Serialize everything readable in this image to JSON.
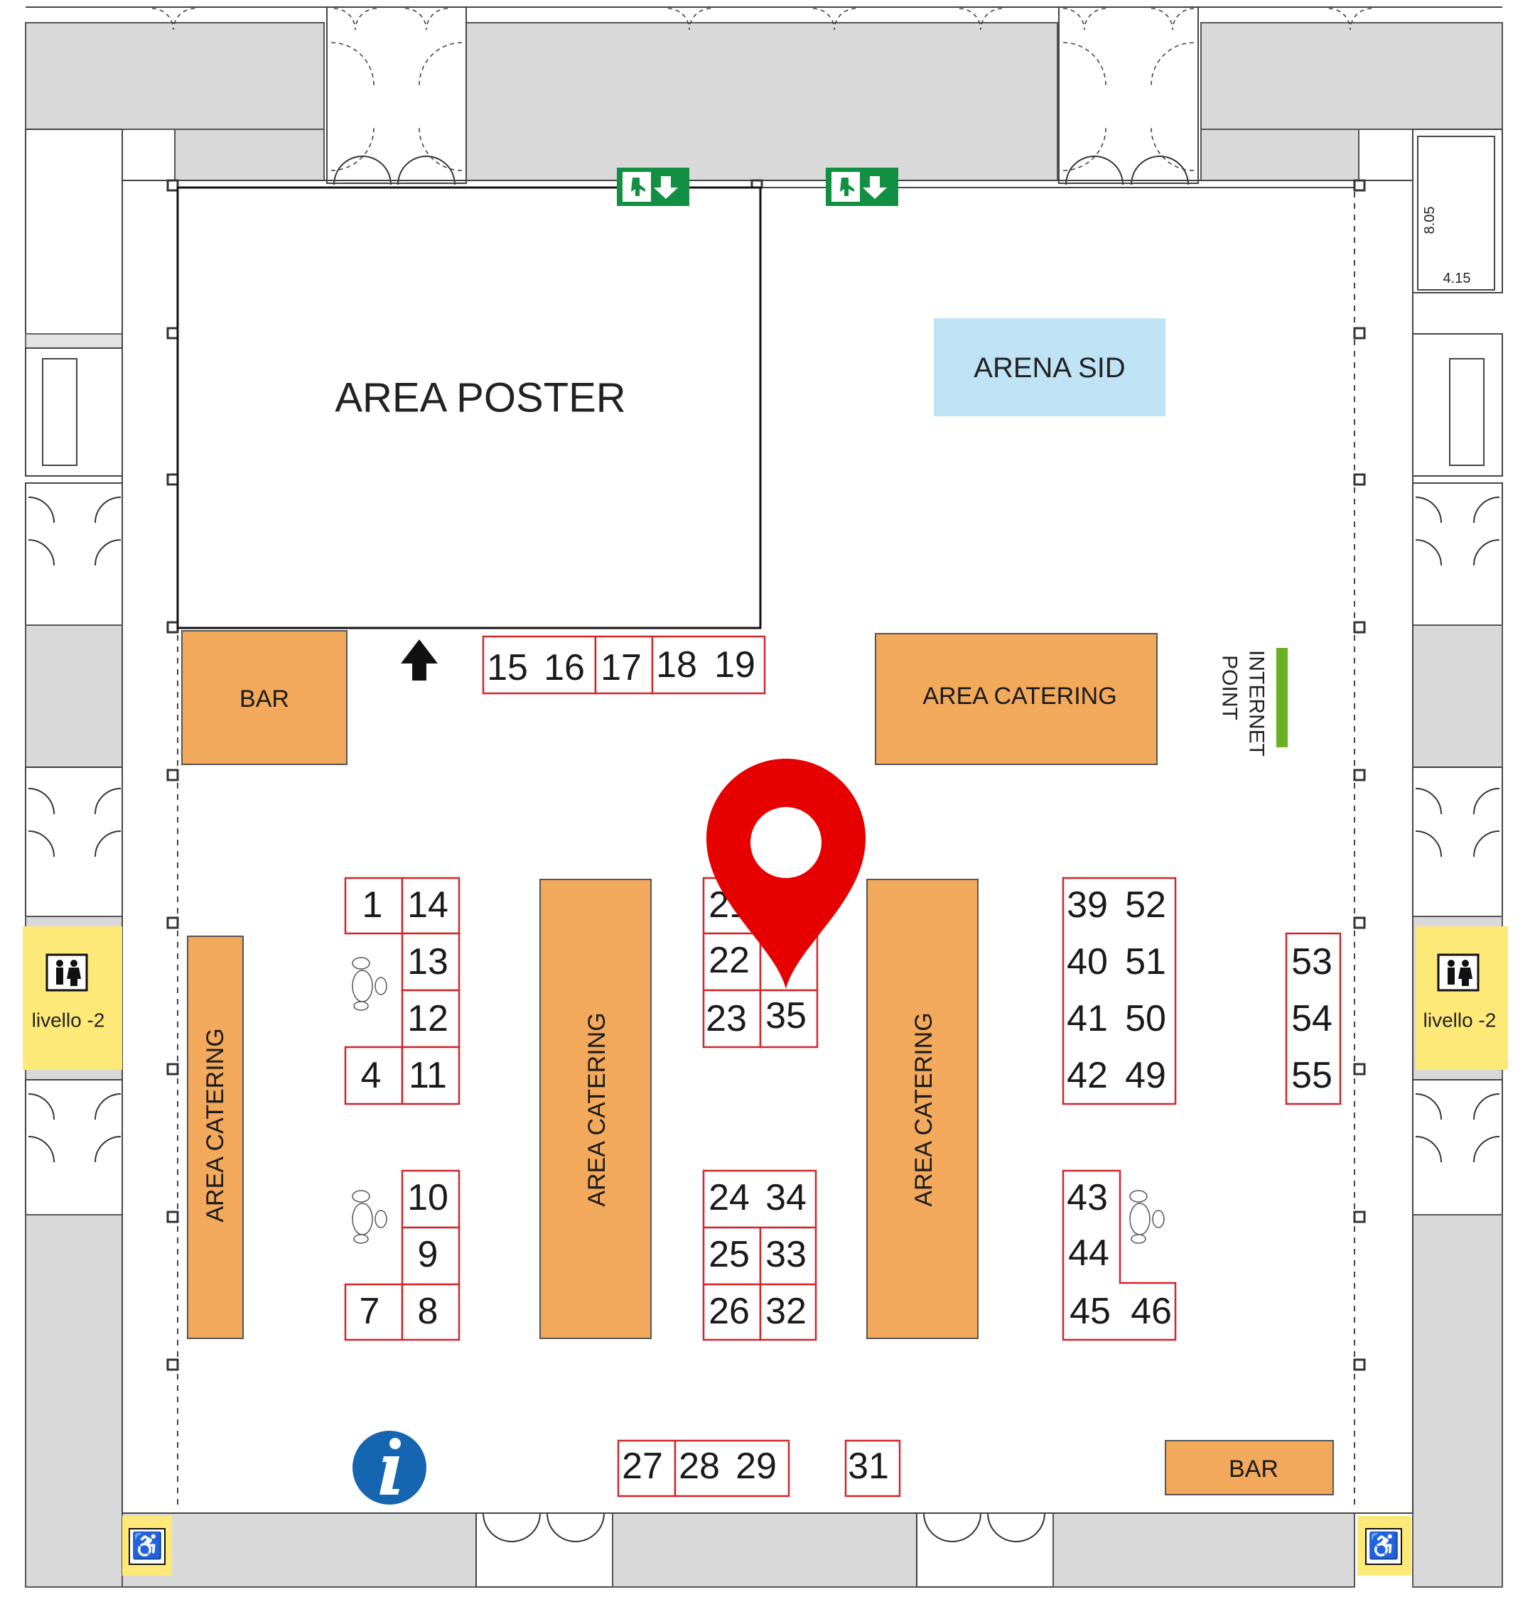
{
  "areas": {
    "poster": "AREA POSTER",
    "arena": "ARENA SID",
    "bar": "BAR",
    "catering": "AREA CATERING",
    "internet_line1": "INTERNET",
    "internet_line2": "POINT",
    "toilet_level": "livello -2"
  },
  "dimensions": {
    "vertical": "8.05",
    "horizontal": "4.15"
  },
  "stands": {
    "s1": "1",
    "s4": "4",
    "s7": "7",
    "s8": "8",
    "s9": "9",
    "s10": "10",
    "s11": "11",
    "s12": "12",
    "s13": "13",
    "s14": "14",
    "s15": "15",
    "s16": "16",
    "s17": "17",
    "s18": "18",
    "s19": "19",
    "s21": "21",
    "s22": "22",
    "s23": "23",
    "s24": "24",
    "s25": "25",
    "s26": "26",
    "s27": "27",
    "s28": "28",
    "s29": "29",
    "s31": "31",
    "s32": "32",
    "s33": "33",
    "s34": "34",
    "s35": "35",
    "s39": "39",
    "s40": "40",
    "s41": "41",
    "s42": "42",
    "s43": "43",
    "s44": "44",
    "s45": "45",
    "s46": "46",
    "s49": "49",
    "s50": "50",
    "s51": "51",
    "s52": "52",
    "s53": "53",
    "s54": "54",
    "s55": "55"
  },
  "colors": {
    "stand_border": "#d0262a",
    "catering": "#f2a95c",
    "arena": "#bfe3f5",
    "toilet": "#fde978",
    "marker": "#e60000",
    "info": "#1565b0",
    "exit": "#119043",
    "internet": "#6ab023"
  },
  "icons": {
    "location": "map-pin-icon",
    "info": "info-icon",
    "exit": "emergency-exit-icon",
    "toilet": "toilet-icon",
    "accessible": "wheelchair-icon",
    "direction": "arrow-up-icon",
    "footprints": "footprints-icon"
  }
}
